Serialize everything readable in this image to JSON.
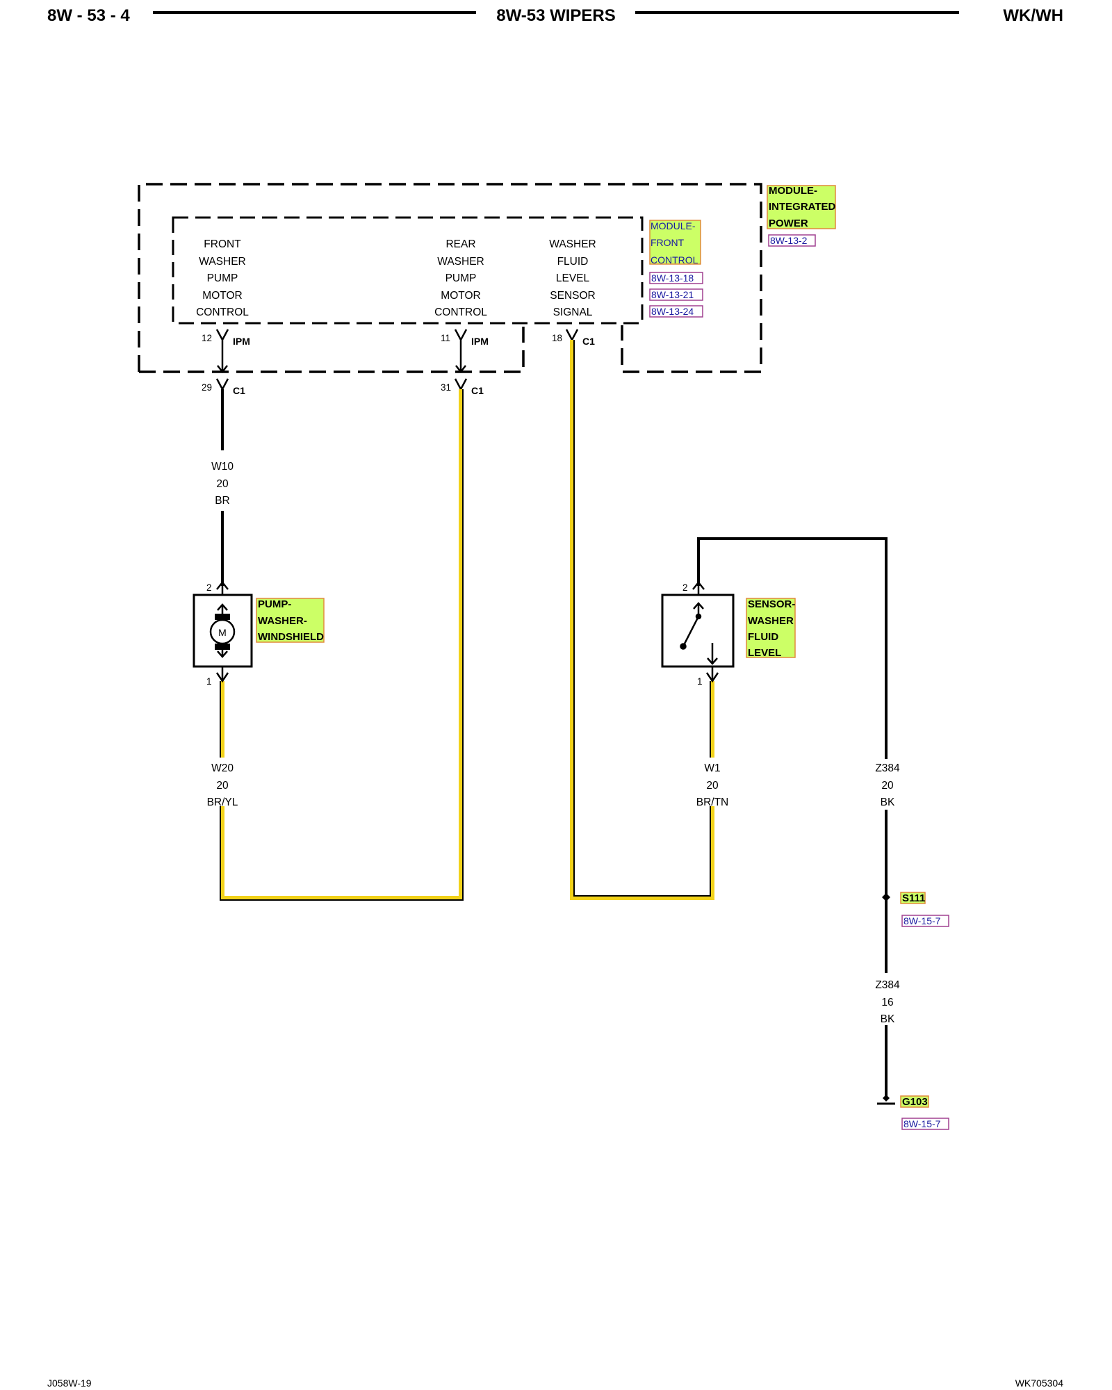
{
  "header": {
    "page_code": "8W - 53 - 4",
    "title": "8W-53 WIPERS",
    "model": "WK/WH"
  },
  "footer": {
    "left": "J058W-19",
    "right": "WK705304"
  },
  "modules": {
    "integrated_power": {
      "name": [
        "MODULE-",
        "INTEGRATED",
        "POWER"
      ],
      "ref": "8W-13-2"
    },
    "front_control": {
      "name": [
        "MODULE-",
        "FRONT",
        "CONTROL"
      ],
      "refs": [
        "8W-13-18",
        "8W-13-21",
        "8W-13-24"
      ]
    },
    "functions": [
      [
        "FRONT",
        "WASHER",
        "PUMP",
        "MOTOR",
        "CONTROL"
      ],
      [
        "REAR",
        "WASHER",
        "PUMP",
        "MOTOR",
        "CONTROL"
      ],
      [
        "WASHER",
        "FLUID",
        "LEVEL",
        "SENSOR",
        "SIGNAL"
      ]
    ]
  },
  "connectors": {
    "ipm_12": {
      "pin": "12",
      "conn": "IPM"
    },
    "ipm_11": {
      "pin": "11",
      "conn": "IPM"
    },
    "c1_18": {
      "pin": "18",
      "conn": "C1"
    },
    "c1_29": {
      "pin": "29",
      "conn": "C1"
    },
    "c1_31": {
      "pin": "31",
      "conn": "C1"
    }
  },
  "wires": {
    "w10": [
      "W10",
      "20",
      "BR"
    ],
    "w20": [
      "W20",
      "20",
      "BR/YL"
    ],
    "w1": [
      "W1",
      "20",
      "BR/TN"
    ],
    "z384a": [
      "Z384",
      "20",
      "BK"
    ],
    "z384b": [
      "Z384",
      "16",
      "BK"
    ]
  },
  "components": {
    "pump": {
      "name": [
        "PUMP-",
        "WASHER-",
        "WINDSHIELD"
      ],
      "pin_top": "2",
      "pin_bottom": "1",
      "motor_symbol": "M"
    },
    "sensor": {
      "name": [
        "SENSOR-",
        "WASHER",
        "FLUID",
        "LEVEL"
      ],
      "pin_top": "2",
      "pin_bottom": "1"
    }
  },
  "splice": {
    "id": "S111",
    "ref": "8W-15-7"
  },
  "ground": {
    "id": "G103",
    "ref": "8W-15-7"
  },
  "colors": {
    "highlight_fill": "#ccff66",
    "highlight_border": "#e08a3c",
    "ref_border": "#a04090",
    "ref_text": "#1a1aa0",
    "wire_yellow": "#f2d21a",
    "wire_black": "#000000"
  }
}
